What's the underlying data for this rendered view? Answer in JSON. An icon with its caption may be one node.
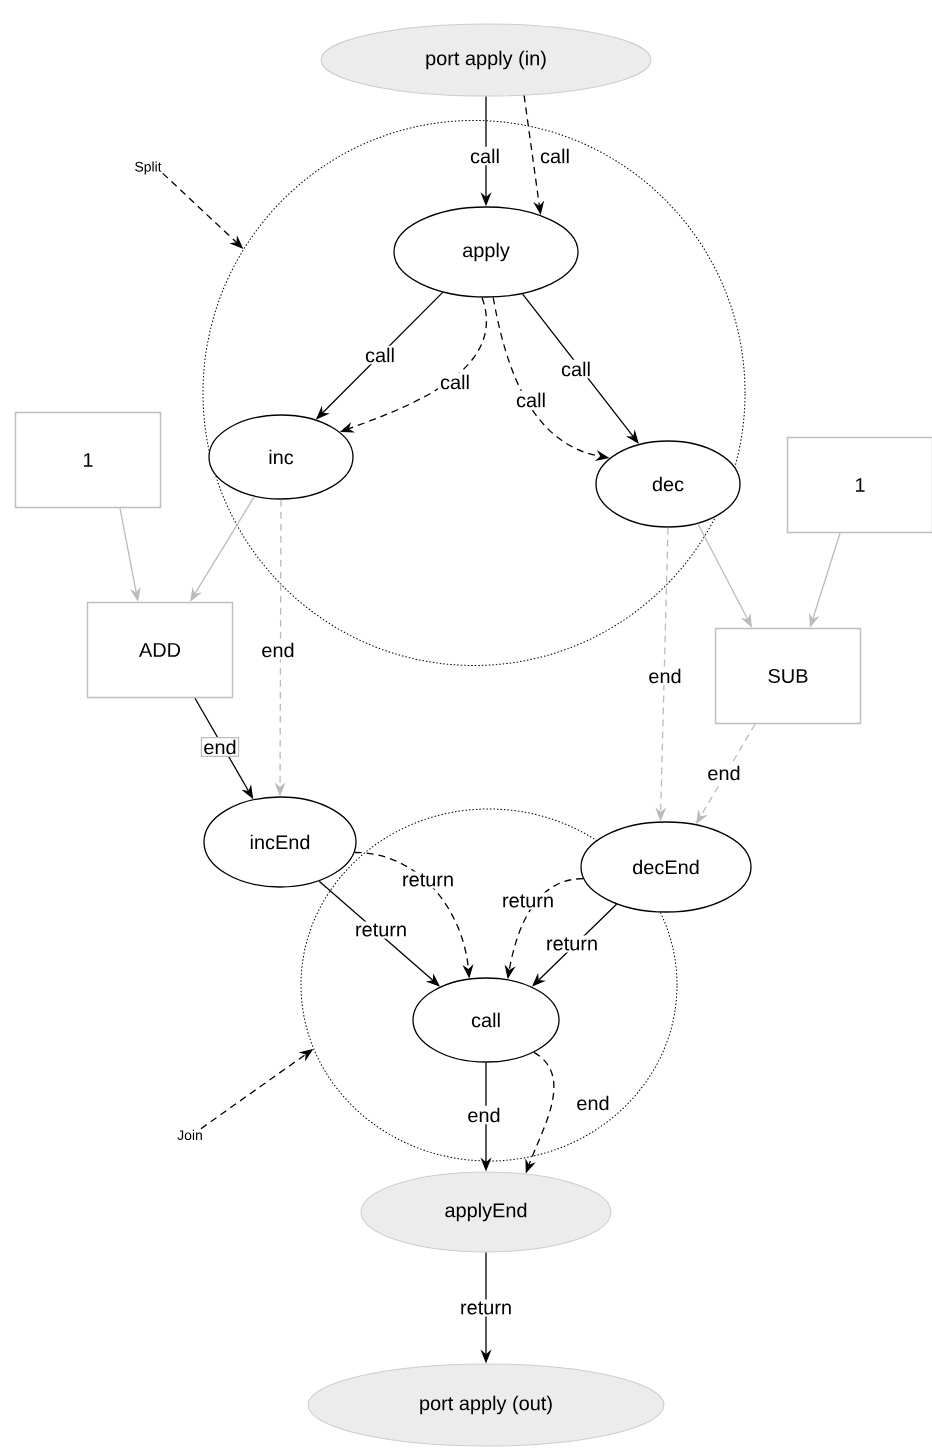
{
  "diagram": {
    "nodes": [
      {
        "text": [
          "port apply (in)"
        ]
      },
      {
        "text": [
          "Split"
        ]
      },
      {
        "text": [],
        "shape": "circle"
      },
      {
        "text": [
          "apply"
        ],
        "in": 2
      },
      {
        "text": [
          "1"
        ]
      },
      {
        "text": [
          "inc"
        ],
        "in": 2
      },
      {
        "text": [
          "dec"
        ],
        "in": 2
      },
      {
        "text": [
          "1"
        ]
      },
      {
        "text": [
          "ADD"
        ]
      },
      {
        "text": [
          "SUB"
        ]
      },
      {
        "text": [
          "incEnd"
        ]
      },
      {
        "text": [],
        "shape": "circle"
      },
      {
        "text": [
          "decEnd"
        ]
      },
      {
        "text": [
          "call"
        ],
        "in": 11
      },
      {
        "text": [
          "Join"
        ]
      },
      {
        "text": [
          "applyEnd"
        ]
      },
      {
        "text": [
          "port apply (out)"
        ]
      }
    ],
    "edges": [
      {
        "from": 0,
        "to": 3,
        "arrow": "to",
        "label": "call"
      },
      {
        "from": 0,
        "to": 3,
        "arrow": "to",
        "label": "call",
        "style": "dashed"
      },
      {
        "from": 3,
        "to": 5,
        "arrow": "to",
        "label": "call"
      },
      {
        "from": 3,
        "to": 5,
        "arrow": "to",
        "label": "call",
        "style": "dashed"
      },
      {
        "from": 3,
        "to": 6,
        "arrow": "to",
        "label": "call"
      },
      {
        "from": 3,
        "to": 6,
        "arrow": "to",
        "label": "call",
        "style": "dashed"
      },
      {
        "from": 1,
        "to": 2,
        "arrow": "to",
        "style": "dashed"
      },
      {
        "from": 14,
        "to": 11,
        "arrow": "to",
        "style": "dashed"
      },
      {
        "from": 4,
        "to": 8,
        "arrow": "to",
        "color": "#bbbbbb"
      },
      {
        "from": 5,
        "to": 8,
        "arrow": "to",
        "color": "#bbbbbb"
      },
      {
        "from": 5,
        "to": 10,
        "arrow": "to",
        "label": "end",
        "style": "dashed",
        "color": "#bbbbbb"
      },
      {
        "from": 8,
        "to": 10,
        "arrow": "to",
        "label": "end"
      },
      {
        "from": 6,
        "to": 12,
        "arrow": "to",
        "label": "end",
        "style": "dashed",
        "color": "#bbbbbb"
      },
      {
        "from": 7,
        "to": 9,
        "arrow": "to",
        "color": "#bbbbbb"
      },
      {
        "from": 6,
        "to": 9,
        "arrow": "to",
        "color": "#bbbbbb"
      },
      {
        "from": 9,
        "to": 12,
        "arrow": "to",
        "label": "end",
        "style": "dashed",
        "color": "#bbbbbb"
      },
      {
        "from": 10,
        "to": 13,
        "arrow": "to",
        "label": "return"
      },
      {
        "from": 10,
        "to": 13,
        "arrow": "to",
        "label": "return",
        "style": "dashed"
      },
      {
        "from": 12,
        "to": 13,
        "arrow": "to",
        "label": "return",
        "style": "dashed"
      },
      {
        "from": 12,
        "to": 13,
        "arrow": "to",
        "label": "return"
      },
      {
        "from": 13,
        "to": 15,
        "arrow": "to",
        "label": "end"
      },
      {
        "from": 13,
        "to": 15,
        "arrow": "to",
        "label": "end",
        "style": "dashed"
      },
      {
        "from": 15,
        "to": 16,
        "arrow": "to",
        "label": "return"
      }
    ]
  }
}
